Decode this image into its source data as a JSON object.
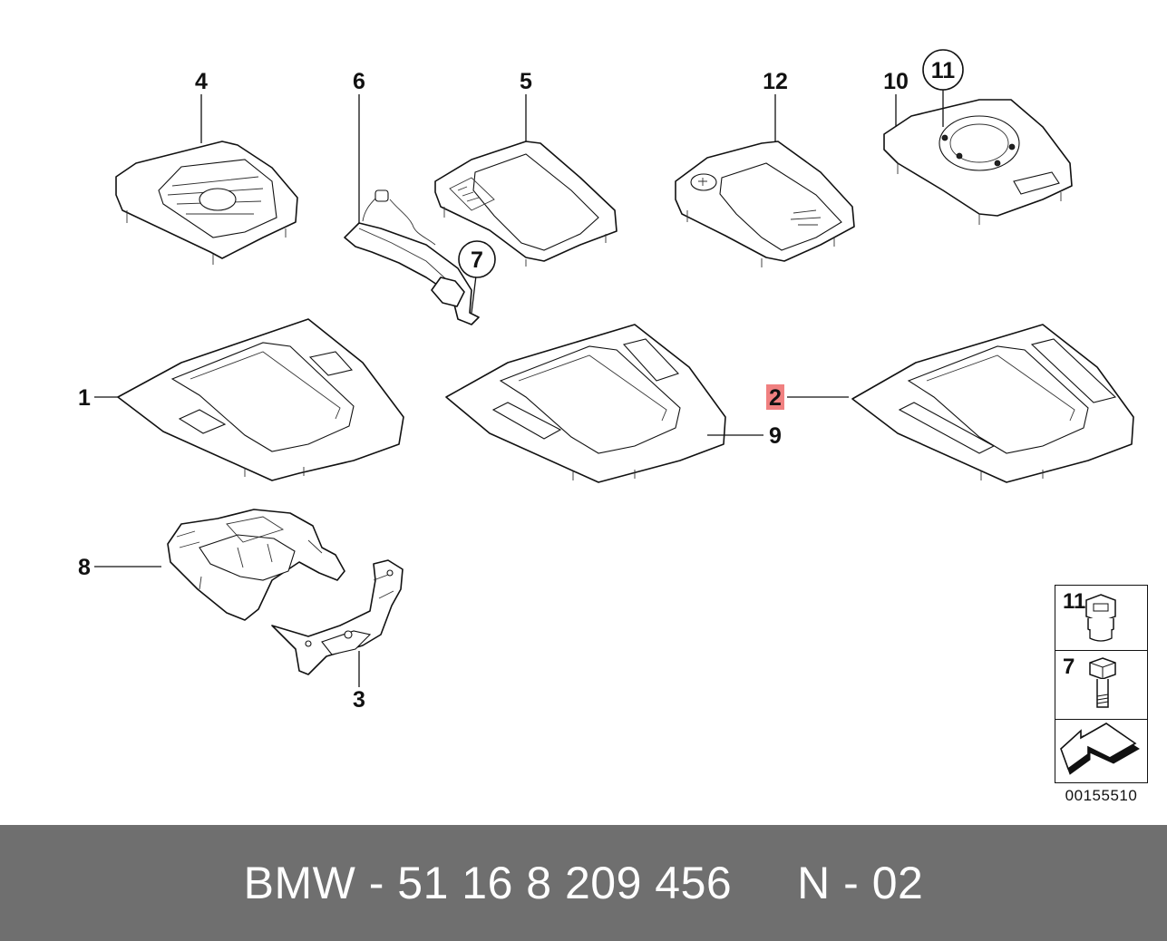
{
  "callouts": {
    "c1": "1",
    "c2": "2",
    "c3": "3",
    "c4": "4",
    "c5": "5",
    "c6": "6",
    "c7": "7",
    "c8": "8",
    "c9": "9",
    "c10": "10",
    "c11": "11",
    "c12": "12"
  },
  "highlight_color": "#f08080",
  "legend": {
    "item_a": "11",
    "item_b": "7"
  },
  "doc_number": "00155510",
  "footer": {
    "text": "BMW - 51 16 8 209 456     N - 02",
    "background": "#6f6f6f"
  }
}
